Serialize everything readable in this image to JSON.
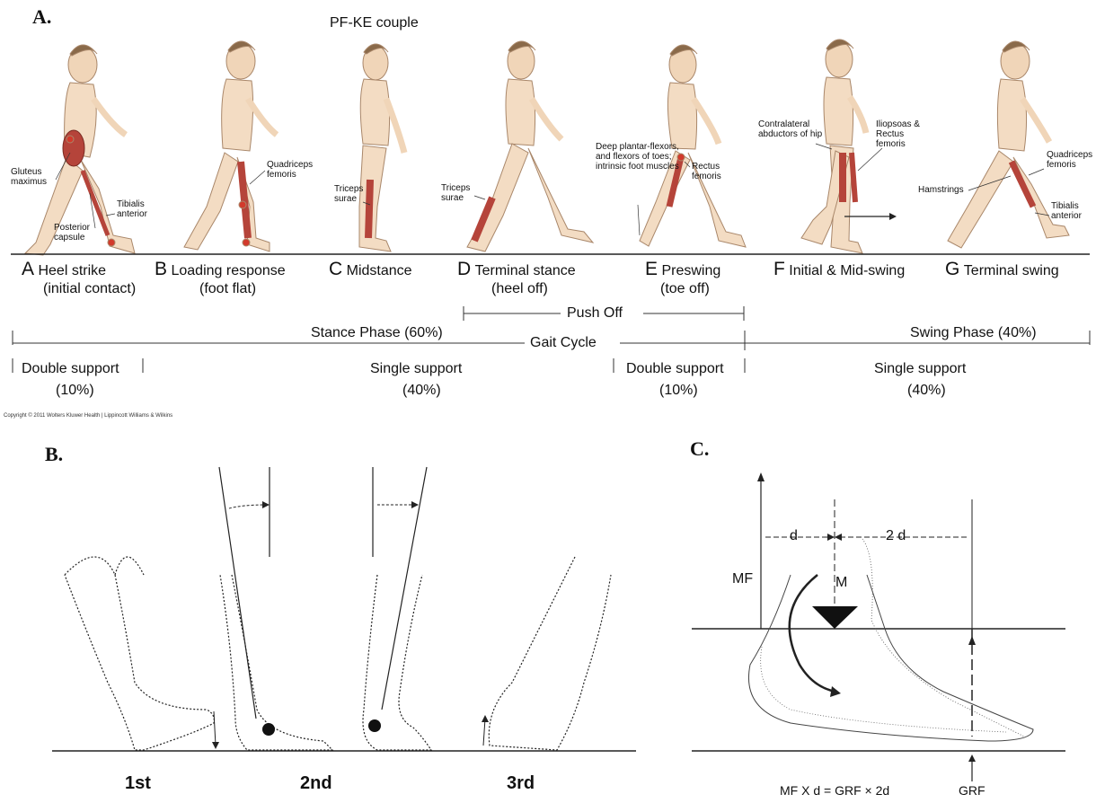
{
  "panelA": {
    "letter": "A.",
    "top_note": "PF-KE couple",
    "phases": [
      {
        "letter": "A",
        "name": "Heel strike",
        "sub": "(initial contact)"
      },
      {
        "letter": "B",
        "name": "Loading response",
        "sub": "(foot flat)"
      },
      {
        "letter": "C",
        "name": "Midstance",
        "sub": ""
      },
      {
        "letter": "D",
        "name": "Terminal stance",
        "sub": "(heel off)"
      },
      {
        "letter": "E",
        "name": "Preswing",
        "sub": "(toe off)"
      },
      {
        "letter": "F",
        "name": "Initial & Mid-swing",
        "sub": ""
      },
      {
        "letter": "G",
        "name": "Terminal swing",
        "sub": ""
      }
    ],
    "muscle_labels": {
      "gluteus": "Gluteus maximus",
      "posterior_capsule": "Posterior capsule",
      "tibialis_a": "Tibialis anterior",
      "quadriceps_b": "Quadriceps femoris",
      "triceps_c": "Triceps surae",
      "triceps_d": "Triceps surae",
      "deep_plantar": "Deep plantar-flexors, and flexors of toes; intrinsic foot muscles",
      "rectus_e": "Rectus femoris",
      "contralateral": "Contralateral abductors of hip",
      "iliopsoas": "Iliopsoas & Rectus femoris",
      "hamstrings": "Hamstrings",
      "quadriceps_g": "Quadriceps femoris",
      "tibialis_g": "Tibialis anterior"
    },
    "push_off": "Push Off",
    "stance_phase": "Stance Phase (60%)",
    "gait_cycle": "Gait Cycle",
    "swing_phase": "Swing Phase (40%)",
    "supports": [
      {
        "name": "Double support",
        "pct": "(10%)"
      },
      {
        "name": "Single support",
        "pct": "(40%)"
      },
      {
        "name": "Double support",
        "pct": "(10%)"
      },
      {
        "name": "Single support",
        "pct": "(40%)"
      }
    ],
    "copyright": "Copyright © 2011 Wolters Kluwer Health | Lippincott Williams & Wilkins"
  },
  "panelB": {
    "letter": "B.",
    "rockers": [
      "1st",
      "2nd",
      "3rd"
    ]
  },
  "panelC": {
    "letter": "C.",
    "mf": "MF",
    "d": "d",
    "two_d": "2 d",
    "m": "M",
    "equation": "MF X d = GRF × 2d",
    "grf": "GRF"
  }
}
